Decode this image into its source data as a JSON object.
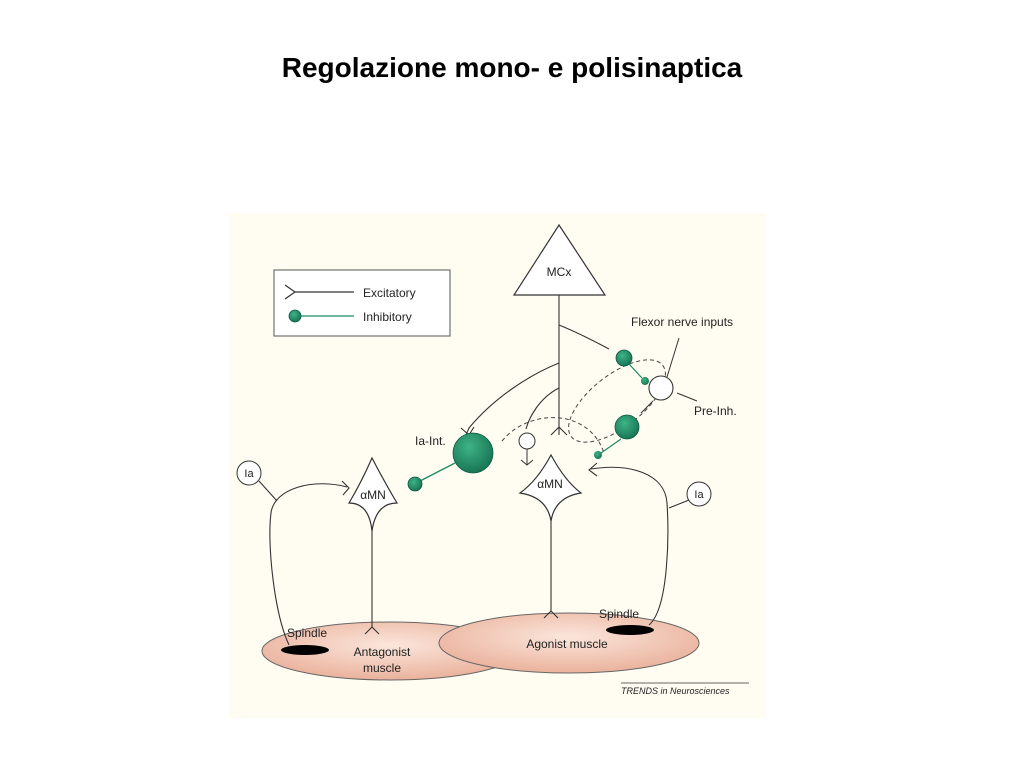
{
  "slide": {
    "title": "Regolazione mono- e polisinaptica"
  },
  "legend": {
    "excitatory": "Excitatory",
    "inhibitory": "Inhibitory"
  },
  "labels": {
    "mcx": "MCx",
    "flexor": "Flexor nerve inputs",
    "pre_inh": "Pre-Inh.",
    "ia_int": "Ia-Int.",
    "amn_left": "αMN",
    "amn_right": "αMN",
    "ia_left": "Ia",
    "ia_right": "Ia",
    "spindle_left": "Spindle",
    "spindle_right": "Spindle",
    "antagonist_line1": "Antagonist",
    "antagonist_line2": "muscle",
    "agonist": "Agonist muscle",
    "credit": "TRENDS in Neurosciences"
  },
  "colors": {
    "inhibitory_green": "#1d8a64",
    "muscle_fill": "#f2c6b6",
    "line": "#333333",
    "figure_bg": "#fffdf2"
  }
}
